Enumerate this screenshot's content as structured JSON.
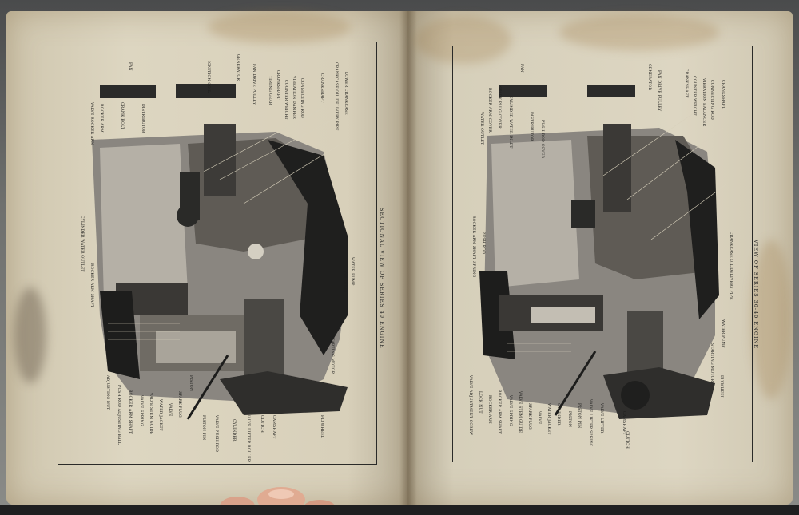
{
  "captions": {
    "left": "SECTIONAL VIEW OF SERIES 40 ENGINE",
    "right": "VIEW OF SERIES 30-40 ENGINE"
  },
  "left_labels": [
    "FAN",
    "IGNITION COIL",
    "GENERATOR",
    "FAN DRIVE PULLEY",
    "TIMING GEAR",
    "CRANKSHAFT",
    "COUNTER WEIGHT",
    "VIBRATION DAMPER",
    "CONNECTING ROD",
    "CRANKSHAFT",
    "CRANKCASE OIL DELIVERY PIPE",
    "LOWER CRANKCASE",
    "WATER PUMP",
    "OIL PUMP",
    "STARTING MOTOR",
    "FLYWHEEL",
    "CAMSHAFT",
    "CLUTCH",
    "VALVE LIFTER ROLLER",
    "CYLINDER",
    "VALVE PUSH ROD",
    "PISTON PIN",
    "PISTON",
    "SPARK PLUG",
    "VALVE",
    "WATER JACKET",
    "VALVE STEM GUIDE",
    "VALVE SPRING",
    "ROCKER ARM SHAFT",
    "PUSH ROD ADJUSTING BALL",
    "ADJUSTING NUT",
    "ROCKER ARM SHAFT",
    "CYLINDER WATER OUTLET",
    "ROCKER ARM",
    "VALVE ROCKER ARM",
    "CRANK BOLT",
    "DISTRIBUTOR"
  ],
  "right_labels": [
    "FAN",
    "WATER OUTLET",
    "ROCKER ARM COVER",
    "SPARK PLUG COVER",
    "CYLINDER WATER INLET",
    "DISTRIBUTOR",
    "PUSH ROD COVER",
    "GENERATOR",
    "FAN DRIVE PULLEY",
    "CRANKSHAFT",
    "COUNTER WEIGHT",
    "VIBRATION BALANCER",
    "CONNECTING ROD",
    "CRANKSHAFT",
    "CRANKCASE OIL DELIVERY PIPE",
    "ROCKER ARM SHAFT SPRING",
    "PUSH ROD",
    "VALVE ADJUSTMENT SCREW",
    "LOCK NUT",
    "ROCKER ARM",
    "ROCKER ARM SHAFT",
    "VALVE SPRING",
    "VALVE STEM GUIDE",
    "SPARK PLUG",
    "VALVE",
    "WATER JACKET",
    "CYLINDER",
    "PISTON",
    "PISTON PIN",
    "VALVE LIFTER SPRING",
    "VALVE LIFTER",
    "CAMSHAFT",
    "CLUTCH",
    "FLYWHEEL",
    "STARTING MOTOR",
    "WATER PUMP"
  ]
}
